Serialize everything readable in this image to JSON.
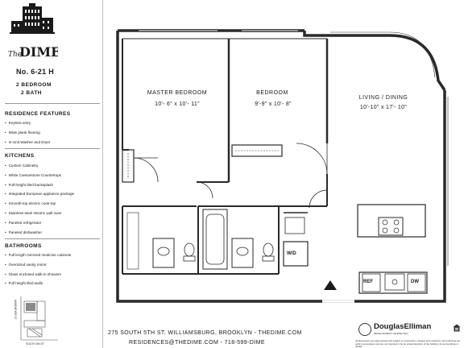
{
  "brand": {
    "logo_prefix": "The",
    "logo_name": "DIME"
  },
  "unit": {
    "number": "No. 6-21 H",
    "bedrooms": "2 BEDROOM",
    "baths": "2 BATH"
  },
  "residence": {
    "title": "RESIDENCE FEATURES",
    "items": [
      "Keyless entry",
      "Wide plank flooring",
      "In-Unit Washer and Dryer"
    ]
  },
  "kitchens": {
    "title": "KITCHENS",
    "items": [
      "Custom Cabinetry",
      "White Caesarstone Countertops",
      "Full-height tiled backsplash",
      "Integrated European appliance package",
      "Smooth-top electric cook-top",
      "Stainless steel electric wall oven",
      "Paneled refrigerator",
      "Paneled dishwasher"
    ]
  },
  "bathrooms": {
    "title": "BATHROOMS",
    "items": [
      "Full length mirrored medicine cabinets",
      "Oversized vanity mirror",
      "Glass enclosed walk-in showers",
      "Full height tiled walls"
    ]
  },
  "keyplan": {
    "street_vertical": "HAVEMEYER ST.",
    "street_horizontal": "SOUTH 5th ST"
  },
  "rooms": {
    "master": {
      "name": "MASTER BEDROOM",
      "dims": "10'- 6\" x 10'- 11\""
    },
    "bedroom": {
      "name": "BEDROOM",
      "dims": "9'-9\" x 10'- 8\""
    },
    "living": {
      "name": "LIVING / DINING",
      "dims": "10'-10\" x 17'- 10\""
    }
  },
  "appliances": {
    "washer_dryer": "W/D",
    "refrigerator": "REF",
    "dishwasher": "DW"
  },
  "footer": {
    "address": "275 SOUTH 5TH ST. WILLIAMSBURG, BROOKLYN - THEDIME.COM",
    "contact": "RESIDENCES@THEDIME.COM - 718-599-DIME",
    "broker_name": "DouglasElliman",
    "broker_sub": "DEVELOPMENT MARKETING",
    "disclaimer": "All dimensions are approximate and subject to construction changes and variances. All renderings are artist's conceptions and are not intended to be an actual depiction of the building, its surroundings or details."
  },
  "colors": {
    "wall": "#2a2a2a",
    "line": "#555555",
    "rule": "#999999"
  }
}
